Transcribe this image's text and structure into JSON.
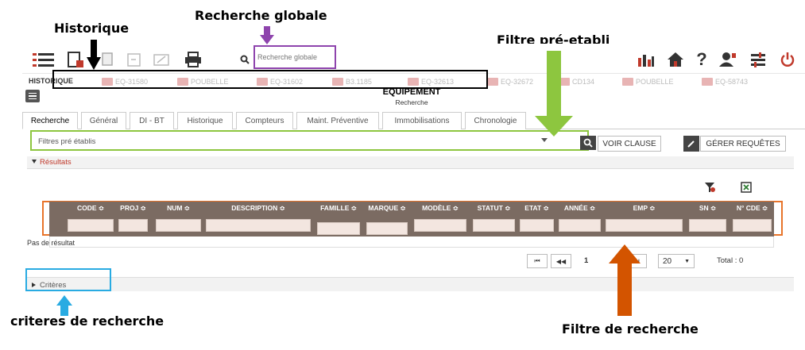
{
  "annotations": {
    "historique": "Historique",
    "recherche_globale": "Recherche globale",
    "filtre_pre_etabli": "Filtre pré-etabli",
    "criteres_de_recherche": "criteres de recherche",
    "filtre_de_recherche": "Filtre de recherche"
  },
  "toolbar": {
    "search_placeholder": "Recherche globale",
    "icons": [
      "menu-icon",
      "new-icon",
      "copy-icon",
      "undo-icon",
      "edit-icon",
      "print-icon",
      "stats-icon",
      "home-icon",
      "help-icon",
      "user-icon",
      "settings-icon",
      "power-icon"
    ]
  },
  "history": {
    "label": "HISTORIQUE",
    "items": [
      "EQ-31580",
      "POUBELLE",
      "EQ-31602",
      "B3.1185",
      "EQ-32613",
      "EQ-32672",
      "CD134",
      "POUBELLE",
      "EQ-58743"
    ]
  },
  "page": {
    "title": "EQUIPEMENT",
    "subtitle": "Recherche"
  },
  "tabs": [
    "Recherche",
    "Général",
    "DI - BT",
    "Historique",
    "Compteurs",
    "Maint. Préventive",
    "Immobilisations",
    "Chronologie"
  ],
  "filter": {
    "placeholder": "Filtres pré établis",
    "voir_clause": "VOIR CLAUSE",
    "gerer_requetes": "GÉRER REQUÊTES"
  },
  "results": {
    "section_label": "Résultats",
    "columns": [
      "CODE ≎",
      "PROJ ≎",
      "NUM ≎",
      "DESCRIPTION ≎",
      "FAMILLE ≎",
      "MARQUE ≎",
      "MODÈLE ≎",
      "STATUT ≎",
      "ETAT ≎",
      "ANNÉE ≎",
      "EMP ≎",
      "SN ≎",
      "N° CDE ≎"
    ],
    "empty": "Pas de résultat",
    "page": "1",
    "page_size": "20",
    "total": "Total : 0"
  },
  "criteres": {
    "label": "Critères"
  },
  "colors": {
    "purple": "#8e44ad",
    "green": "#8dc63f",
    "blue": "#29abe2",
    "orange": "#e8742a",
    "red_arrow": "#d35400",
    "header_brown": "#7b6b62",
    "brand_red": "#c0392b"
  }
}
